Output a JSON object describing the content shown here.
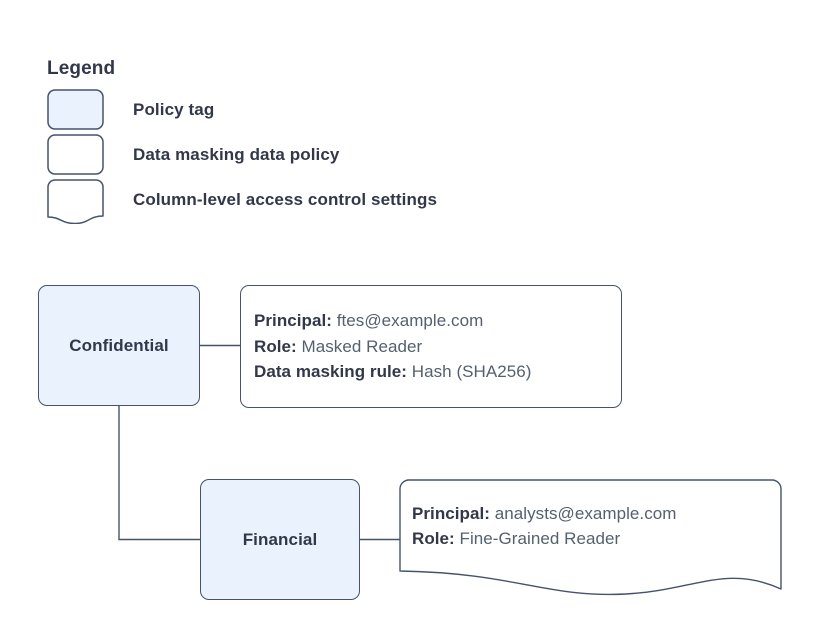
{
  "legend": {
    "title": "Legend",
    "items": [
      {
        "label": "Policy tag",
        "swatch": "rounded-filled-box-icon",
        "fill": "#eaf2fd"
      },
      {
        "label": "Data masking data policy",
        "swatch": "rounded-empty-box-icon",
        "fill": "#ffffff"
      },
      {
        "label": "Column-level access control settings",
        "swatch": "wavy-document-icon",
        "fill": "#ffffff"
      }
    ]
  },
  "diagram": {
    "nodes": [
      {
        "id": "confidential",
        "label": "Confidential"
      },
      {
        "id": "financial",
        "label": "Financial"
      }
    ],
    "details": [
      {
        "id": "masking",
        "shape": "rounded-box",
        "lines": [
          {
            "key": "Principal:",
            "value": "ftes@example.com"
          },
          {
            "key": "Role:",
            "value": "Masked Reader"
          },
          {
            "key": "Data masking rule:",
            "value": "Hash (SHA256)"
          }
        ]
      },
      {
        "id": "column-access",
        "shape": "wavy-document",
        "lines": [
          {
            "key": "Principal:",
            "value": "analysts@example.com"
          },
          {
            "key": "Role:",
            "value": "Fine-Grained Reader"
          }
        ]
      }
    ]
  },
  "colors": {
    "node_fill": "#eaf2fd",
    "stroke": "#46536b",
    "text": "#32384a",
    "value_text": "#55606f",
    "background": "#ffffff"
  }
}
